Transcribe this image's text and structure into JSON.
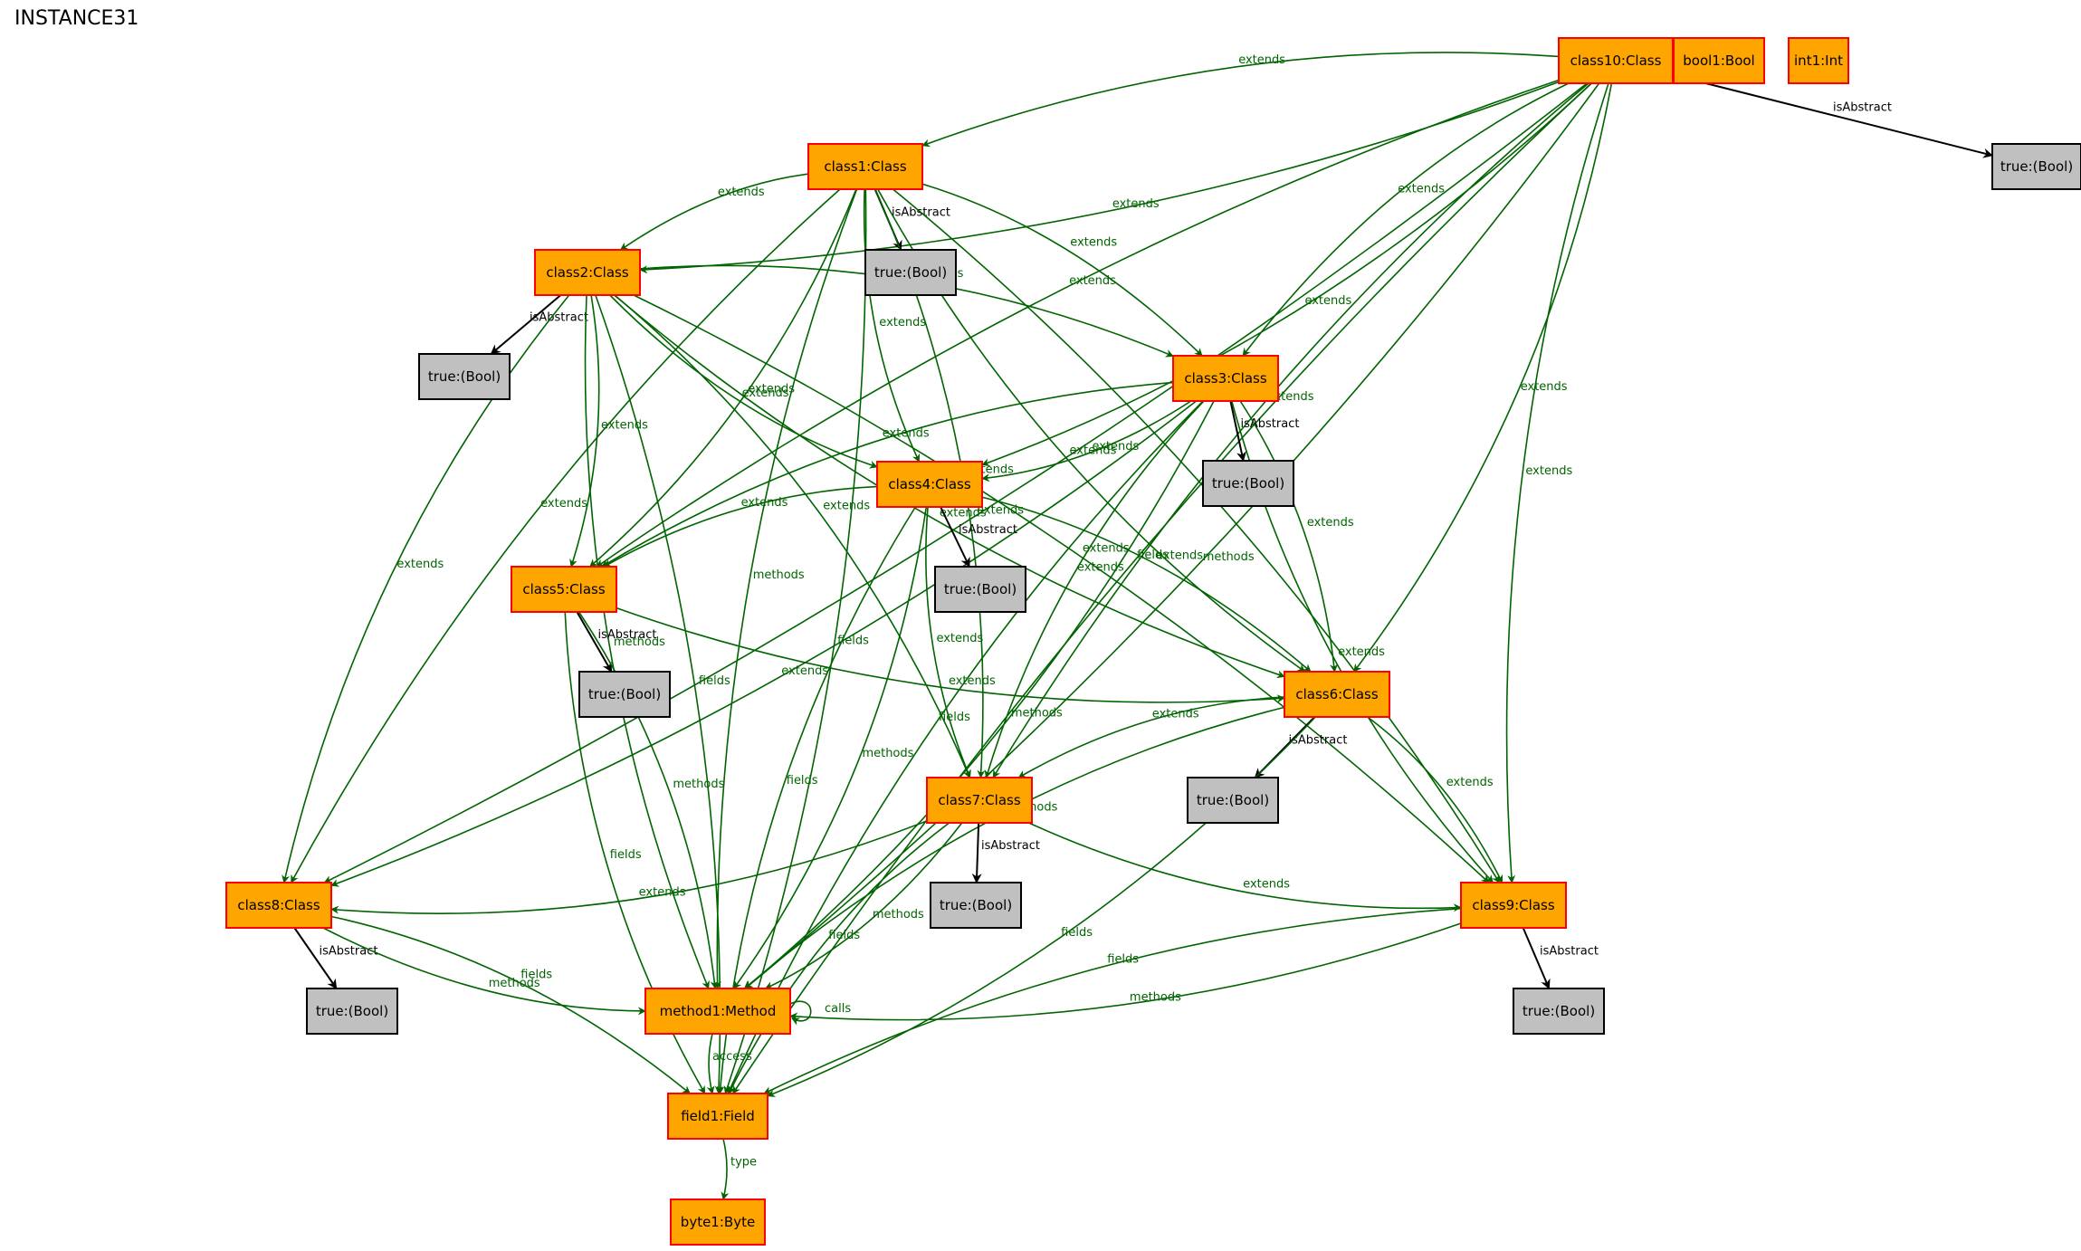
{
  "title": "INSTANCE31",
  "colors": {
    "class_fill": "#ffa500",
    "class_stroke": "#ff0000",
    "bool_fill": "#c0c0c0",
    "bool_stroke": "#000000",
    "edge_green": "#006400",
    "edge_black": "#000000"
  },
  "nodes": [
    {
      "id": "class10",
      "label": "class10:Class",
      "kind": "class"
    },
    {
      "id": "bool1",
      "label": "bool1:Bool",
      "kind": "class"
    },
    {
      "id": "int1",
      "label": "int1:Int",
      "kind": "class"
    },
    {
      "id": "t10",
      "label": "true:(Bool)",
      "kind": "bool"
    },
    {
      "id": "class1",
      "label": "class1:Class",
      "kind": "class"
    },
    {
      "id": "t1",
      "label": "true:(Bool)",
      "kind": "bool"
    },
    {
      "id": "class2",
      "label": "class2:Class",
      "kind": "class"
    },
    {
      "id": "t2",
      "label": "true:(Bool)",
      "kind": "bool"
    },
    {
      "id": "class3",
      "label": "class3:Class",
      "kind": "class"
    },
    {
      "id": "t3",
      "label": "true:(Bool)",
      "kind": "bool"
    },
    {
      "id": "class4",
      "label": "class4:Class",
      "kind": "class"
    },
    {
      "id": "t4",
      "label": "true:(Bool)",
      "kind": "bool"
    },
    {
      "id": "class5",
      "label": "class5:Class",
      "kind": "class"
    },
    {
      "id": "t5",
      "label": "true:(Bool)",
      "kind": "bool"
    },
    {
      "id": "class6",
      "label": "class6:Class",
      "kind": "class"
    },
    {
      "id": "t6",
      "label": "true:(Bool)",
      "kind": "bool"
    },
    {
      "id": "class7",
      "label": "class7:Class",
      "kind": "class"
    },
    {
      "id": "t7",
      "label": "true:(Bool)",
      "kind": "bool"
    },
    {
      "id": "class8",
      "label": "class8:Class",
      "kind": "class"
    },
    {
      "id": "t8",
      "label": "true:(Bool)",
      "kind": "bool"
    },
    {
      "id": "class9",
      "label": "class9:Class",
      "kind": "class"
    },
    {
      "id": "t9",
      "label": "true:(Bool)",
      "kind": "bool"
    },
    {
      "id": "method1",
      "label": "method1:Method",
      "kind": "class"
    },
    {
      "id": "field1",
      "label": "field1:Field",
      "kind": "class"
    },
    {
      "id": "byte1",
      "label": "byte1:Byte",
      "kind": "class"
    }
  ],
  "edges": [
    {
      "from": "class10",
      "to": "t10",
      "label": "isAbstract",
      "color": "black"
    },
    {
      "from": "class10",
      "to": "class1",
      "label": "extends",
      "color": "green"
    },
    {
      "from": "class10",
      "to": "class2",
      "label": "extends",
      "color": "green"
    },
    {
      "from": "class10",
      "to": "class3",
      "label": "extends",
      "color": "green"
    },
    {
      "from": "class10",
      "to": "class4",
      "label": "extends",
      "color": "green"
    },
    {
      "from": "class10",
      "to": "class5",
      "label": "extends",
      "color": "green"
    },
    {
      "from": "class10",
      "to": "class6",
      "label": "extends",
      "color": "green"
    },
    {
      "from": "class10",
      "to": "class7",
      "label": "extends",
      "color": "green"
    },
    {
      "from": "class10",
      "to": "class8",
      "label": "extends",
      "color": "green"
    },
    {
      "from": "class10",
      "to": "class9",
      "label": "extends",
      "color": "green"
    },
    {
      "from": "class10",
      "to": "method1",
      "label": "methods",
      "color": "green"
    },
    {
      "from": "class10",
      "to": "field1",
      "label": "fields",
      "color": "green"
    },
    {
      "from": "class1",
      "to": "t1",
      "label": "isAbstract",
      "color": "black"
    },
    {
      "from": "class1",
      "to": "class2",
      "label": "extends",
      "color": "green"
    },
    {
      "from": "class1",
      "to": "class3",
      "label": "extends",
      "color": "green"
    },
    {
      "from": "class1",
      "to": "class4",
      "label": "extends",
      "color": "green"
    },
    {
      "from": "class1",
      "to": "class5",
      "label": "extends",
      "color": "green"
    },
    {
      "from": "class1",
      "to": "class6",
      "label": "extends",
      "color": "green"
    },
    {
      "from": "class1",
      "to": "class7",
      "label": "extends",
      "color": "green"
    },
    {
      "from": "class1",
      "to": "class8",
      "label": "extends",
      "color": "green"
    },
    {
      "from": "class1",
      "to": "class9",
      "label": "extends",
      "color": "green"
    },
    {
      "from": "class1",
      "to": "method1",
      "label": "methods",
      "color": "green"
    },
    {
      "from": "class1",
      "to": "field1",
      "label": "fields",
      "color": "green"
    },
    {
      "from": "class2",
      "to": "t2",
      "label": "isAbstract",
      "color": "black"
    },
    {
      "from": "class2",
      "to": "class3",
      "label": "extends",
      "color": "green"
    },
    {
      "from": "class2",
      "to": "class4",
      "label": "extends",
      "color": "green"
    },
    {
      "from": "class2",
      "to": "class5",
      "label": "extends",
      "color": "green"
    },
    {
      "from": "class2",
      "to": "class6",
      "label": "extends",
      "color": "green"
    },
    {
      "from": "class2",
      "to": "class7",
      "label": "extends",
      "color": "green"
    },
    {
      "from": "class2",
      "to": "class8",
      "label": "extends",
      "color": "green"
    },
    {
      "from": "class2",
      "to": "class9",
      "label": "extends",
      "color": "green"
    },
    {
      "from": "class2",
      "to": "method1",
      "label": "methods",
      "color": "green"
    },
    {
      "from": "class2",
      "to": "field1",
      "label": "fields",
      "color": "green"
    },
    {
      "from": "class3",
      "to": "t3",
      "label": "isAbstract",
      "color": "black"
    },
    {
      "from": "class3",
      "to": "class4",
      "label": "extends",
      "color": "green"
    },
    {
      "from": "class3",
      "to": "class5",
      "label": "extends",
      "color": "green"
    },
    {
      "from": "class3",
      "to": "class6",
      "label": "extends",
      "color": "green"
    },
    {
      "from": "class3",
      "to": "class7",
      "label": "extends",
      "color": "green"
    },
    {
      "from": "class3",
      "to": "class8",
      "label": "extends",
      "color": "green"
    },
    {
      "from": "class3",
      "to": "class9",
      "label": "extends",
      "color": "green"
    },
    {
      "from": "class3",
      "to": "method1",
      "label": "methods",
      "color": "green"
    },
    {
      "from": "class3",
      "to": "field1",
      "label": "fields",
      "color": "green"
    },
    {
      "from": "class4",
      "to": "t4",
      "label": "isAbstract",
      "color": "black"
    },
    {
      "from": "class4",
      "to": "class5",
      "label": "extends",
      "color": "green"
    },
    {
      "from": "class4",
      "to": "class6",
      "label": "extends",
      "color": "green"
    },
    {
      "from": "class4",
      "to": "class7",
      "label": "extends",
      "color": "green"
    },
    {
      "from": "class4",
      "to": "method1",
      "label": "methods",
      "color": "green"
    },
    {
      "from": "class4",
      "to": "field1",
      "label": "fields",
      "color": "green"
    },
    {
      "from": "class5",
      "to": "t5",
      "label": "isAbstract",
      "color": "black"
    },
    {
      "from": "class5",
      "to": "class6",
      "label": "extends",
      "color": "green"
    },
    {
      "from": "class5",
      "to": "method1",
      "label": "methods",
      "color": "green"
    },
    {
      "from": "class5",
      "to": "field1",
      "label": "fields",
      "color": "green"
    },
    {
      "from": "class6",
      "to": "t6",
      "label": "isAbstract",
      "color": "black"
    },
    {
      "from": "class6",
      "to": "class7",
      "label": "extends",
      "color": "green"
    },
    {
      "from": "class6",
      "to": "class9",
      "label": "extends",
      "color": "green"
    },
    {
      "from": "class6",
      "to": "method1",
      "label": "methods",
      "color": "green"
    },
    {
      "from": "class6",
      "to": "field1",
      "label": "fields",
      "color": "green"
    },
    {
      "from": "class7",
      "to": "t7",
      "label": "isAbstract",
      "color": "black"
    },
    {
      "from": "class7",
      "to": "class8",
      "label": "extends",
      "color": "green"
    },
    {
      "from": "class7",
      "to": "class9",
      "label": "extends",
      "color": "green"
    },
    {
      "from": "class7",
      "to": "method1",
      "label": "methods",
      "color": "green"
    },
    {
      "from": "class7",
      "to": "field1",
      "label": "fields",
      "color": "green"
    },
    {
      "from": "class8",
      "to": "t8",
      "label": "isAbstract",
      "color": "black"
    },
    {
      "from": "class8",
      "to": "method1",
      "label": "methods",
      "color": "green"
    },
    {
      "from": "class8",
      "to": "field1",
      "label": "fields",
      "color": "green"
    },
    {
      "from": "class9",
      "to": "t9",
      "label": "isAbstract",
      "color": "black"
    },
    {
      "from": "class9",
      "to": "method1",
      "label": "methods",
      "color": "green"
    },
    {
      "from": "class9",
      "to": "field1",
      "label": "fields",
      "color": "green"
    },
    {
      "from": "method1",
      "to": "method1",
      "label": "calls",
      "color": "green"
    },
    {
      "from": "method1",
      "to": "field1",
      "label": "access",
      "color": "green"
    },
    {
      "from": "field1",
      "to": "byte1",
      "label": "type",
      "color": "green"
    }
  ]
}
